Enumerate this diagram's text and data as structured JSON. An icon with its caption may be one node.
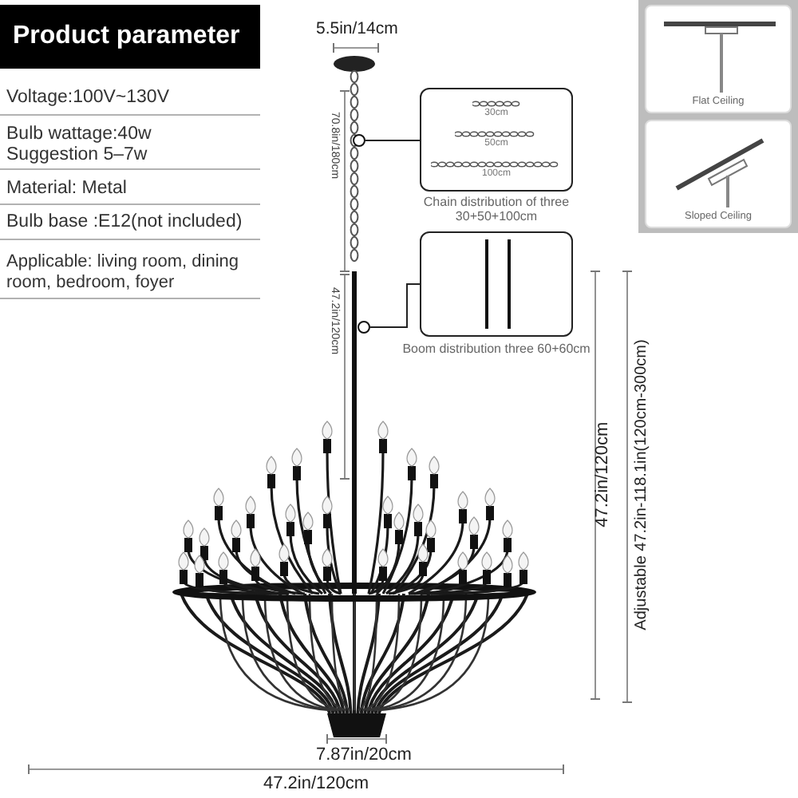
{
  "diagram": {
    "title": "Product parameter",
    "nodes": [
      {
        "text": [
          "30cm",
          "50cm",
          "100cm"
        ],
        "beside": [
          "Chain distribution of three 30+50+100cm"
        ]
      },
      {
        "text": [],
        "shape": "picture",
        "beside": [
          "Boom distribution three 60+60cm"
        ]
      },
      {
        "text": [],
        "shape": "circle"
      },
      {
        "text": [],
        "shape": "circle"
      },
      {
        "text": [
          "Flat Ceiling"
        ]
      },
      {
        "text": [
          "Sloped Ceiling"
        ]
      }
    ],
    "edges": [
      {
        "from": 2,
        "to": 0,
        "arrow": "none"
      },
      {
        "from": 3,
        "to": 1,
        "arrow": "none"
      }
    ],
    "labels": [
      "Voltage:100V~130V",
      "Bulb wattage:40w Suggestion 5–7w",
      "Material: Metal",
      "Bulb base :E12(not included)",
      "Applicable: living room, dining room, bedroom, foyer",
      "5.5in/14cm",
      "70.8in/180cm",
      "47.2in/120cm",
      "Adjustable 47.2in-118.1in(120cm-300cm)",
      "47.2in/120cm",
      "7.87in/20cm",
      "47.2in/120cm"
    ]
  }
}
